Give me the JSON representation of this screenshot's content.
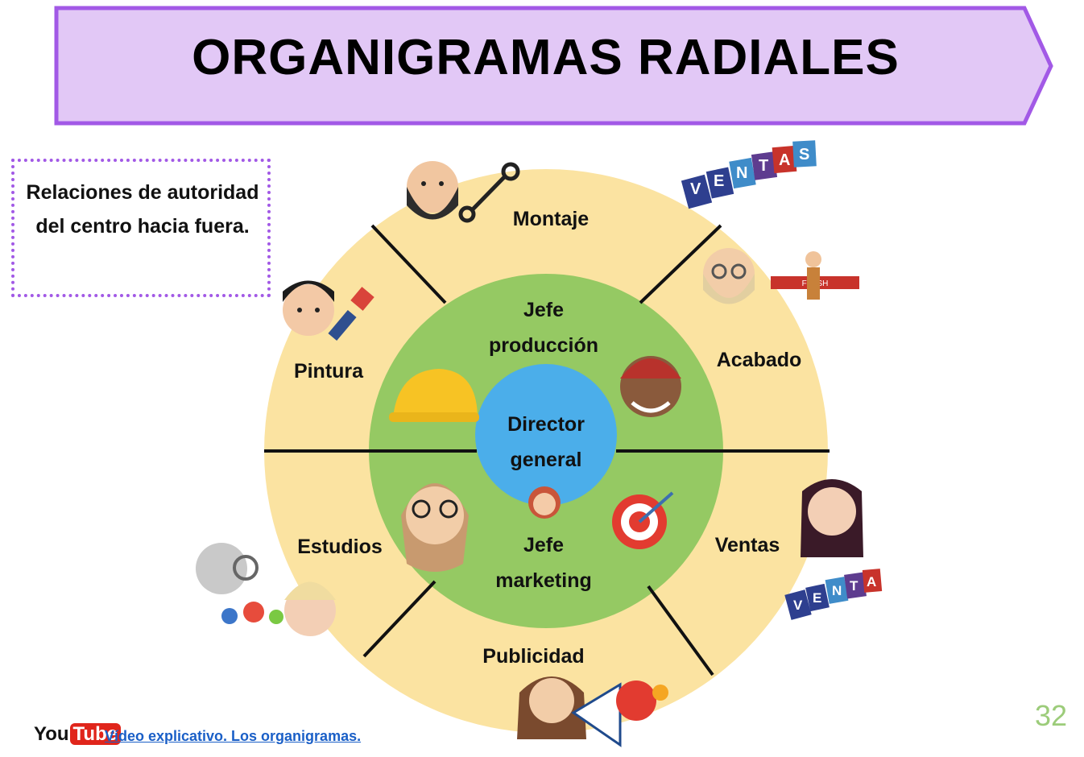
{
  "title": "ORGANIGRAMAS RADIALES",
  "note": "Relaciones de autoridad del centro hacia fuera.",
  "center": {
    "line1": "Director",
    "line2": "general"
  },
  "middle": [
    {
      "line1": "Jefe",
      "line2": "producción"
    },
    {
      "line1": "Jefe",
      "line2": "marketing"
    }
  ],
  "outer": {
    "montaje": "Montaje",
    "acabado": "Acabado",
    "pintura": "Pintura",
    "estudios": "Estudios",
    "ventas": "Ventas",
    "publicidad": "Publicidad"
  },
  "sales_tag_letters": [
    "V",
    "E",
    "N",
    "T",
    "A",
    "S"
  ],
  "finish_banner": "FINISH",
  "footer": {
    "youtube_you": "You",
    "youtube_tube": "Tube",
    "link_text": "Vídeo explicativo. Los organigramas.",
    "page_number": "32"
  },
  "colors": {
    "banner_fill": "#e2c8f6",
    "banner_stroke": "#a259e6",
    "outer_ring": "#fbe3a1",
    "middle_ring": "#95c963",
    "center": "#4baeea",
    "page_number": "#9ccc7a",
    "link": "#1a5fc7"
  }
}
